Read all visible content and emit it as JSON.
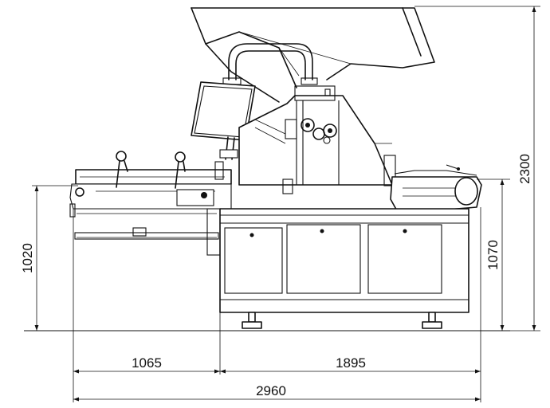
{
  "dimensions": {
    "total_height": "2300",
    "infeed_height": "1020",
    "outfeed_height": "1070",
    "infeed_length": "1065",
    "main_length": "1895",
    "total_length": "2960"
  },
  "colors": {
    "line": "#111111",
    "background": "#ffffff"
  }
}
